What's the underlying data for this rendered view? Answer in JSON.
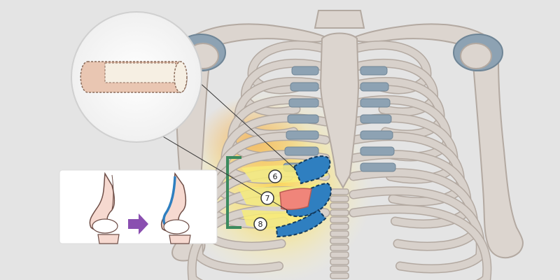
{
  "diagram": {
    "callout_numbers": [
      "6",
      "7",
      "8"
    ],
    "colors": {
      "background": "#e4e4e4",
      "bone": "#d8d1cb",
      "bone_outline": "#b3a9a1",
      "cartilage": "#8da2b3",
      "cartilage_blue": "#2f7fc0",
      "graft_highlight": "#f0857a",
      "yellow_region": "#f7ec7a",
      "bracket_green": "#3b8a5e",
      "arrow_purple": "#8a4fb0",
      "graft_roll": "#e9c6b2"
    },
    "icons": [
      "rib-cage-illustration",
      "cartilage-graft-roll-icon",
      "nose-profile-icon",
      "arrow-right-icon"
    ]
  }
}
